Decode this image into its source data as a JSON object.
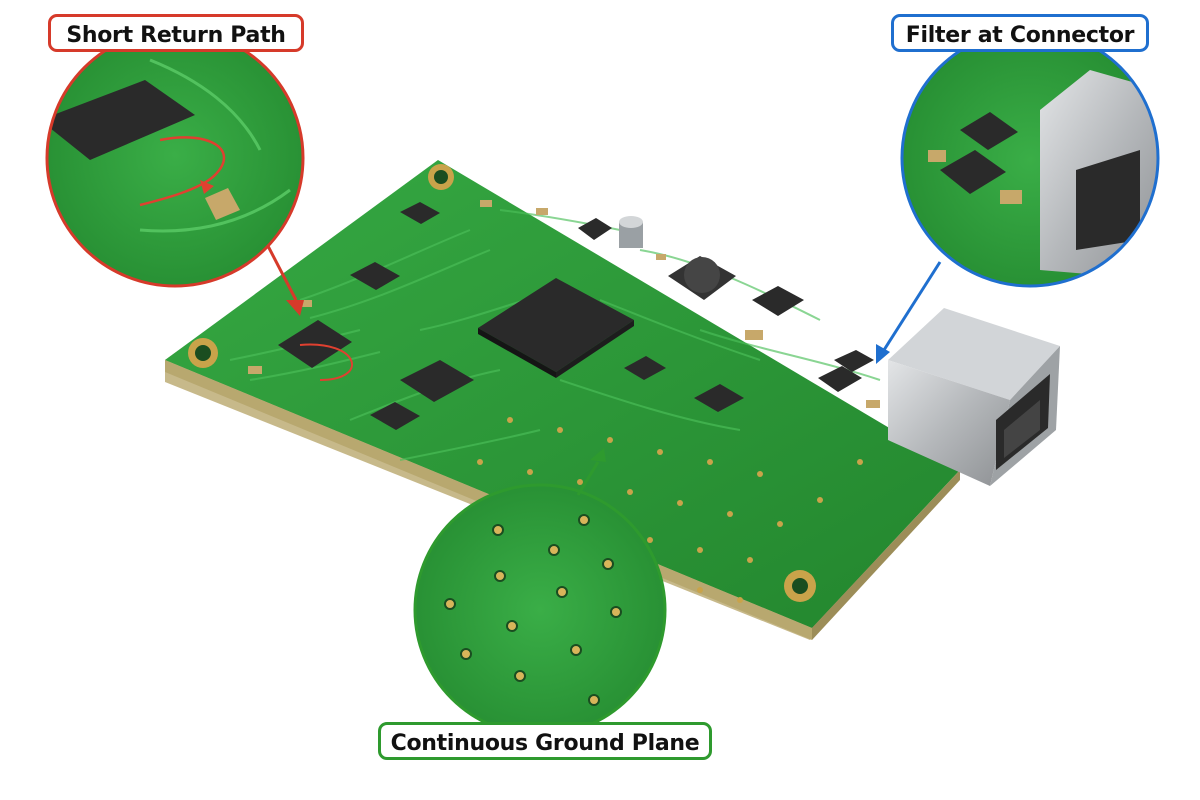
{
  "callouts": {
    "short_return_path": {
      "label": "Short Return Path",
      "color": "#d63a2a"
    },
    "filter_at_connector": {
      "label": "Filter at Connector",
      "color": "#1f6fcf"
    },
    "continuous_ground_plane": {
      "label": "Continuous Ground Plane",
      "color": "#2e9a2e"
    }
  },
  "colors": {
    "board": "#2f9a3a",
    "board_dark": "#1f7a2a",
    "board_edge": "#c7b98a",
    "chip": "#2a2a2a",
    "pad_gold": "#c9a34a",
    "connector_metal": "#b9bcbf"
  },
  "icons": {
    "connector": "rj45-connector-icon",
    "chip": "ic-chip-icon",
    "inductor": "inductor-icon",
    "capacitor": "electrolytic-capacitor-icon"
  }
}
